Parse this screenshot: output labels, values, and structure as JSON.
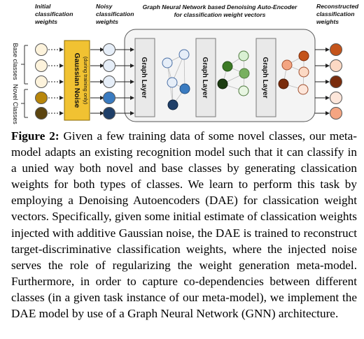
{
  "figure": {
    "headers": {
      "initial": [
        "Initial",
        "classification",
        "weights"
      ],
      "noisy": [
        "Noisy",
        "classification",
        "weights"
      ],
      "gnn": [
        "Graph Neural Network based Denoising Auto-Encoder",
        "for classification weight vectors"
      ],
      "reconstructed": [
        "Reconstructed",
        "classification",
        "weights"
      ]
    },
    "side_labels": {
      "base": "Base classes",
      "novel": "Novel Classes"
    },
    "noise_box": {
      "title": "Gaussian Noise",
      "subtitle": "(during training only)"
    },
    "graph_layer_label": "Graph Layer",
    "colors": {
      "initial": [
        "#fdf3dc",
        "#fdf3dc",
        "#fdf3dc",
        "#b8860b",
        "#5c4510"
      ],
      "noisy": [
        "#e6eef8",
        "#e6eef8",
        "#e6eef8",
        "#3a7bc0",
        "#1f3f68"
      ],
      "reconstructed": [
        "#c4541b",
        "#fcd9c4",
        "#7a2c0c",
        "#fde6da",
        "#f4a582"
      ],
      "noise_box_fill": "#f1c232",
      "graph_layer_fill": "#e9e9e9",
      "gnn_panel_fill": "#f4f4f4"
    }
  },
  "caption": {
    "label": "Figure 2:",
    "text": " Given a few training data of some novel classes, our meta-model adapts an existing recognition model such that it can classify in a unied way both novel and base classes by generating classication weights for both types of classes. We learn to perform this task by employing a Denoising Autoencoders (DAE) for classication weight vectors. Specifically, given some initial estimate of classication weights injected with additive Gaussian noise, the DAE is trained to reconstruct target-discriminative classification weights, where the injected noise serves the role of regularizing the weight generation meta-model. Furthermore, in order to capture co-dependencies between different classes (in a given task instance of our meta-model), we implement the DAE model by use of a Graph Neural Network (GNN) architecture."
  }
}
